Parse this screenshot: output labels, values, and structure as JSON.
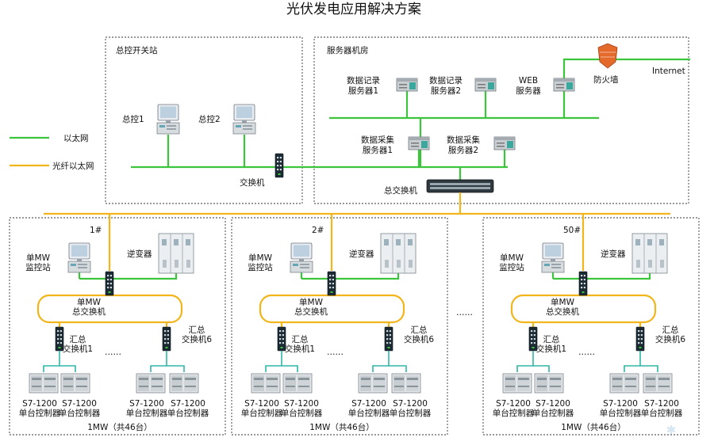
{
  "title": "光伏发电应用解决方案",
  "legend": {
    "ethernet": "以太网",
    "fiber": "光纤以太网"
  },
  "master_station": {
    "title": "总控开关站",
    "pc1": "总控1",
    "pc2": "总控2",
    "switch": "交换机"
  },
  "server_room": {
    "title": "服务器机房",
    "rec1": [
      "数据记录",
      "服务器1"
    ],
    "rec2": [
      "数据记录",
      "服务器2"
    ],
    "web": [
      "WEB",
      "服务器"
    ],
    "firewall": "防火墙",
    "internet": "Internet",
    "acq1": [
      "数据采集",
      "服务器1"
    ],
    "acq2": [
      "数据采集",
      "服务器2"
    ],
    "core_switch": "总交换机"
  },
  "ellipsis": "……",
  "units": [
    {
      "id": "1#",
      "monitor": [
        "单MW",
        "监控站"
      ],
      "inverter": "逆变器",
      "mw_switch": [
        "单MW",
        "总交换机"
      ],
      "agg1": [
        "汇总",
        "交换机1"
      ],
      "agg6": [
        "汇总",
        "交换机6"
      ],
      "ctrl": [
        "S7-1200",
        "单台控制器"
      ],
      "footer": "1MW（共46台）"
    },
    {
      "id": "2#",
      "monitor": [
        "单MW",
        "监控站"
      ],
      "inverter": "逆变器",
      "mw_switch": [
        "单MW",
        "总交换机"
      ],
      "agg1": [
        "汇总",
        "交换机1"
      ],
      "agg6": [
        "汇总",
        "交换机6"
      ],
      "ctrl": [
        "S7-1200",
        "单台控制器"
      ],
      "footer": "1MW（共46台）"
    },
    {
      "id": "50#",
      "monitor": [
        "单MW",
        "监控站"
      ],
      "inverter": "逆变器",
      "mw_switch": [
        "单MW",
        "总交换机"
      ],
      "agg1": [
        "汇总",
        "交换机1"
      ],
      "agg6": [
        "汇总",
        "交换机6"
      ],
      "ctrl": [
        "S7-1200",
        "单台控制器"
      ],
      "footer": "1MW（共46台）"
    }
  ],
  "colors": {
    "ethernet": "#3cc43c",
    "fiber": "#f3b51c",
    "terminal": "#2eb7a6"
  }
}
